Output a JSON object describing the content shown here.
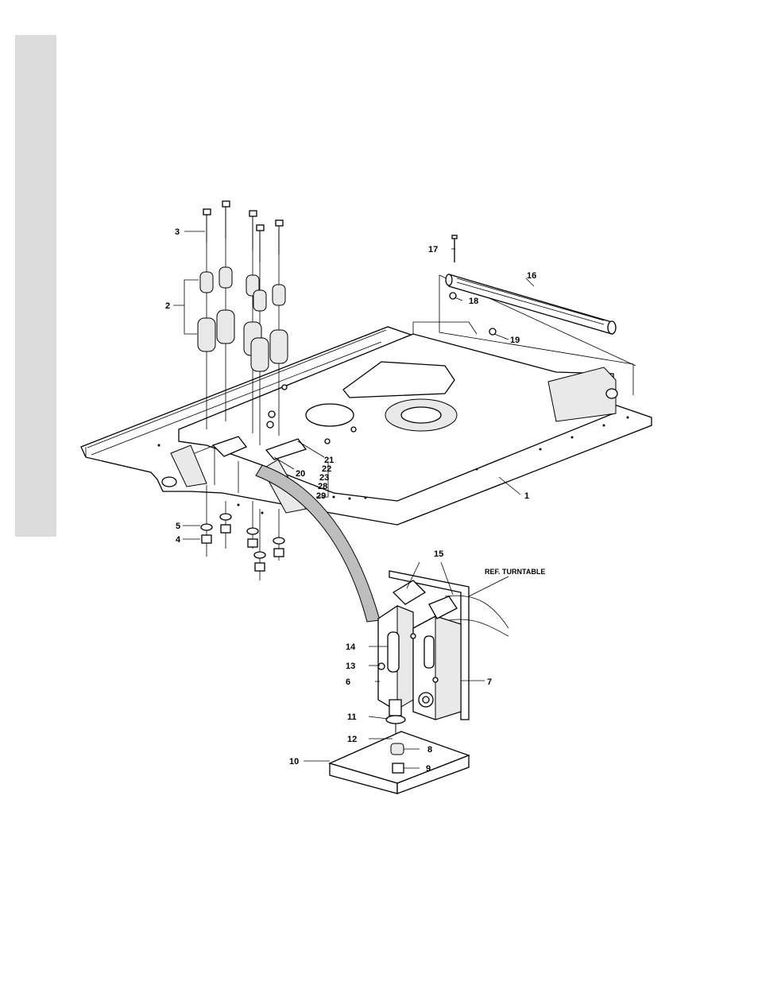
{
  "labels": {
    "l1": "1",
    "l2": "2",
    "l3": "3",
    "l4": "4",
    "l5": "5",
    "l6": "6",
    "l7": "7",
    "l8": "8",
    "l9": "9",
    "l10": "10",
    "l11": "11",
    "l12": "12",
    "l13": "13",
    "l14": "14",
    "l15": "15",
    "l16": "16",
    "l17": "17",
    "l18": "18",
    "l19": "19",
    "l20": "20",
    "l21": "21",
    "l22": "22",
    "l23": "23",
    "l28": "28",
    "l29": "29",
    "ref": "REF. TURNTABLE"
  },
  "colors": {
    "side_tab": "#dcdcdc",
    "ink": "#000000",
    "paper": "#ffffff"
  }
}
